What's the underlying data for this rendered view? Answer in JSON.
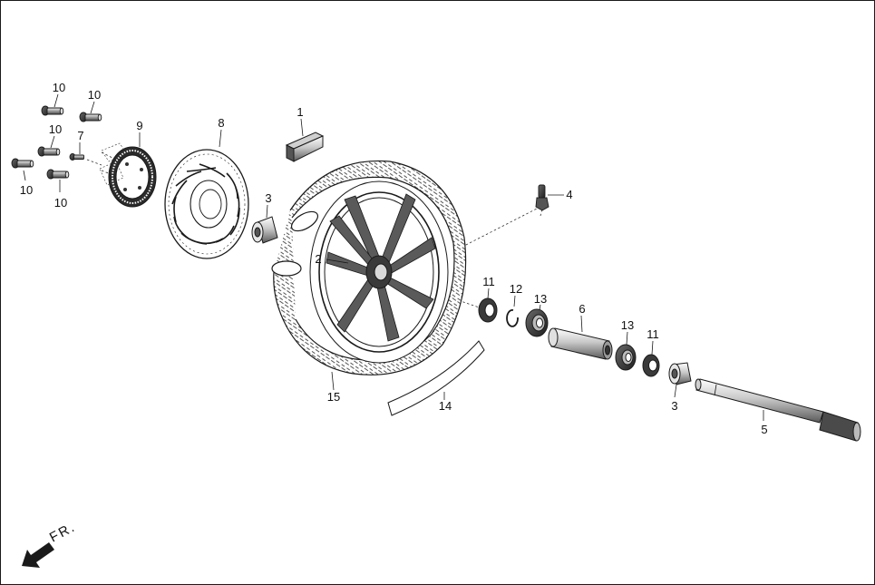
{
  "diagram": {
    "parts": [
      {
        "id": "p1",
        "label": "1"
      },
      {
        "id": "p2",
        "label": "2"
      },
      {
        "id": "p3a",
        "label": "3"
      },
      {
        "id": "p3b",
        "label": "3"
      },
      {
        "id": "p4",
        "label": "4"
      },
      {
        "id": "p5",
        "label": "5"
      },
      {
        "id": "p6",
        "label": "6"
      },
      {
        "id": "p7",
        "label": "7"
      },
      {
        "id": "p8",
        "label": "8"
      },
      {
        "id": "p9",
        "label": "9"
      },
      {
        "id": "p10a",
        "label": "10"
      },
      {
        "id": "p10b",
        "label": "10"
      },
      {
        "id": "p10c",
        "label": "10"
      },
      {
        "id": "p10d",
        "label": "10"
      },
      {
        "id": "p10e",
        "label": "10"
      },
      {
        "id": "p11a",
        "label": "11"
      },
      {
        "id": "p11b",
        "label": "11"
      },
      {
        "id": "p12",
        "label": "12"
      },
      {
        "id": "p13a",
        "label": "13"
      },
      {
        "id": "p13b",
        "label": "13"
      },
      {
        "id": "p14",
        "label": "14"
      },
      {
        "id": "p15",
        "label": "15"
      }
    ],
    "direction_label": "FR.",
    "colors": {
      "line": "#1a1a1a",
      "part_fill": "#ffffff",
      "part_dark": "#3a3a3a",
      "part_mid": "#8c8c8c",
      "part_light": "#d9d9d9"
    }
  }
}
